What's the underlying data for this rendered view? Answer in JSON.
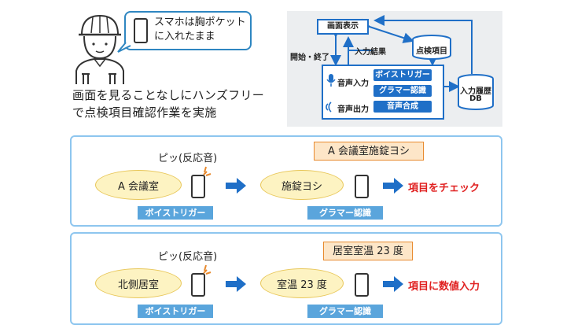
{
  "speech": {
    "line1": "スマホは胸ポケット",
    "line2": "に入れたまま"
  },
  "headline": {
    "line1": "画面を見ることなしにハンズフリー",
    "line2": "で点検項目確認作業を実施"
  },
  "system": {
    "screen_display": "画面表示",
    "start_end": "開始・終了",
    "input_result": "入力結果",
    "check_items": "点検項目",
    "voice_input": "音声入力",
    "voice_trigger": "ボイストリガー",
    "grammar_recognition": "グラマー認識",
    "voice_output": "音声出力",
    "speech_synthesis": "音声合成",
    "input_history": "入力履歴",
    "db": "DB"
  },
  "panel1": {
    "beep": "ピッ(反応音)",
    "bubble1": "A 会議室",
    "tag1": "ボイストリガー",
    "recognized": "A 会議室施錠ヨシ",
    "bubble2": "施錠ヨシ",
    "tag2": "グラマー認識",
    "result": "項目をチェック"
  },
  "panel2": {
    "beep": "ピッ(反応音)",
    "bubble1": "北側居室",
    "tag1": "ボイストリガー",
    "recognized": "居室室温 23 度",
    "bubble2": "室温 23 度",
    "tag2": "グラマー認識",
    "result": "項目に数値入力"
  },
  "colors": {
    "blue": "#1f6fc7",
    "light_blue": "#5aa5dc",
    "red": "#e02020",
    "bubble_yellow": "#fdf3c2",
    "orange_border": "#e88a2e"
  }
}
